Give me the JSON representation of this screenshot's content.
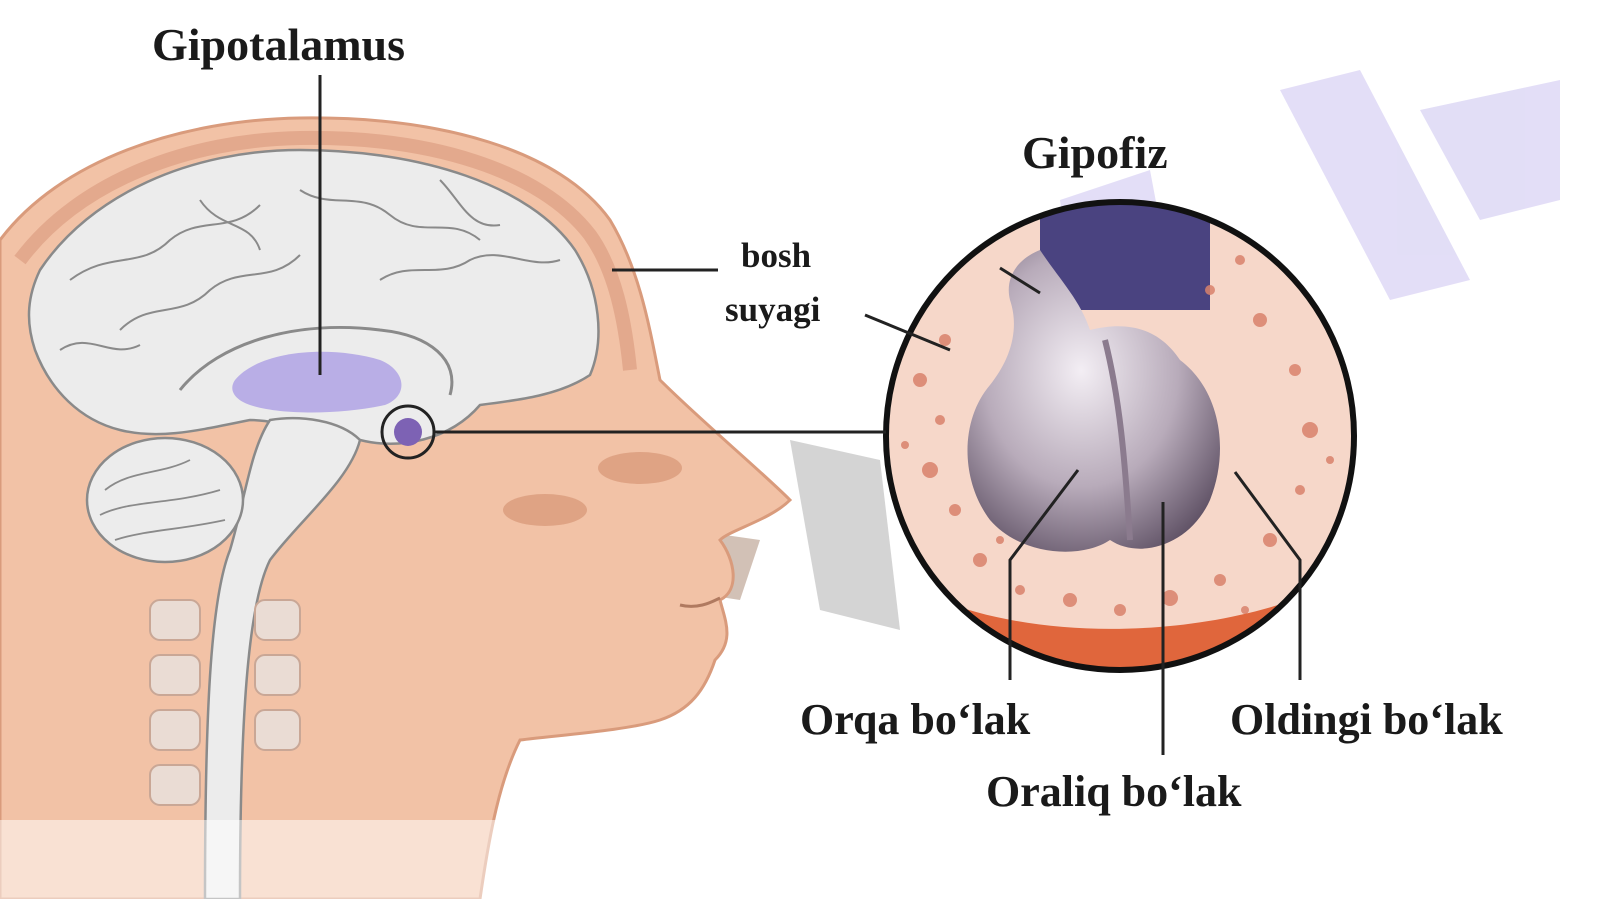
{
  "labels": {
    "hypothalamus": "Gipotalamus",
    "pituitary": "Gipofiz",
    "skull_line1": "bosh",
    "skull_line2": "suyagi",
    "posterior_lobe": "Orqa bo‘lak",
    "intermediate_lobe": "Oraliq bo‘lak",
    "anterior_lobe": "Oldingi bo‘lak"
  },
  "colors": {
    "skin": "#f2c2a6",
    "skin_dark": "#d99b7c",
    "brain": "#ececec",
    "brain_line": "#8a8a8a",
    "hypothalamus": "#b9aee6",
    "bone": "#f6d7c9",
    "bone_spot": "#d9826c",
    "gland": "#b5a7b6",
    "watermark_purple": "#dcd6f5",
    "watermark_grey": "#bdbdbd",
    "leader_line": "#222222"
  }
}
